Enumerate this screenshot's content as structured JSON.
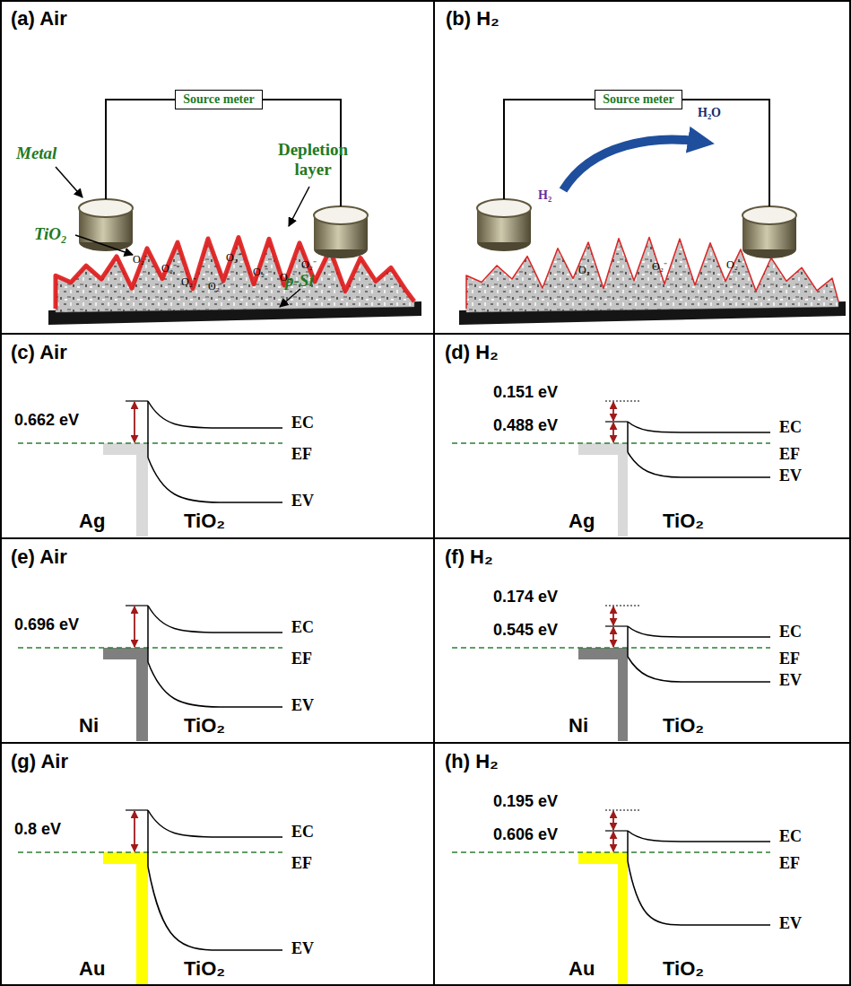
{
  "diagram": {
    "nodes": [
      {
        "text": [
          "Source meter"
        ]
      },
      {
        "text": [
          "Source meter"
        ]
      }
    ],
    "labels": [
      "(a) Air",
      "Metal",
      "Depletion layer",
      "TiO₂",
      "p-Si",
      "O₂⁻",
      "O₂⁻",
      "O₂⁻",
      "O₂⁻",
      "O₂⁻",
      "O₂⁻",
      "O₂⁻",
      "O₂⁻",
      "(b) H₂",
      "H₂",
      "H₂O",
      "O₂⁻",
      "O₂⁻",
      "O₂⁻",
      "(c) Air",
      "0.662 eV",
      "EC",
      "EF",
      "EV",
      "Ag",
      "TiO₂",
      "(d) H₂",
      "0.151 eV",
      "0.488 eV",
      "EC",
      "EF",
      "EV",
      "Ag",
      "TiO₂",
      "(e) Air",
      "0.696 eV",
      "EC",
      "EF",
      "EV",
      "Ni",
      "TiO₂",
      "(f) H₂",
      "0.174 eV",
      "0.545 eV",
      "EC",
      "EF",
      "EV",
      "Ni",
      "TiO₂",
      "(g) Air",
      "0.8 eV",
      "EC",
      "EF",
      "EV",
      "Au",
      "TiO₂",
      "(h) H₂",
      "0.195 eV",
      "0.606 eV",
      "EC",
      "EF",
      "EV",
      "Au",
      "TiO₂"
    ]
  }
}
